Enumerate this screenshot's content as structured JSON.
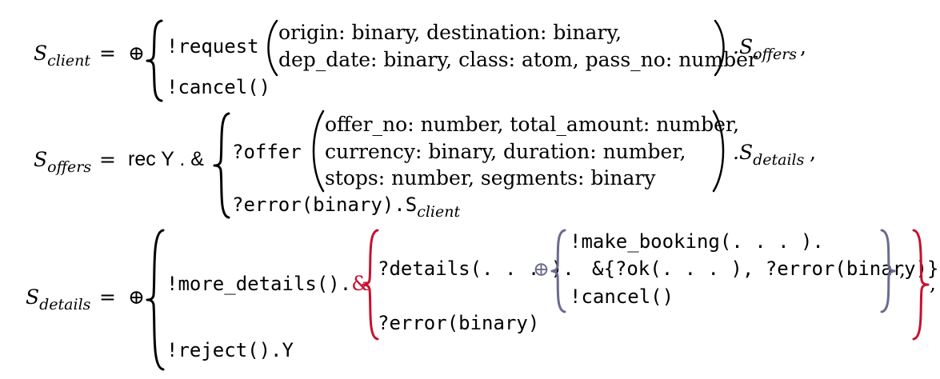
{
  "colors": {
    "text": "#000000",
    "outer_amp": "#c8102e",
    "inner_oplus": "#6b6b8f"
  },
  "equations": [
    {
      "lhs": {
        "name": "S",
        "subscript": "client"
      },
      "eq": "=",
      "op": "⊕",
      "branches": [
        {
          "label": "!request",
          "params_line1": "origin: binary, destination: binary,",
          "params_line2": "dep_date: binary, class: atom, pass_no: number",
          "continuation": ".S",
          "continuation_sub": "offers",
          "trailing": ","
        },
        {
          "label": "!cancel()"
        }
      ]
    },
    {
      "lhs": {
        "name": "S",
        "subscript": "offers"
      },
      "eq": "=",
      "rec": "rec Y . &",
      "branches": [
        {
          "label": "?offer",
          "params_line1": "offer_no: number, total_amount: number,",
          "params_line2": "currency: binary, duration: number,",
          "params_line3": "stops: number, segments: binary",
          "continuation": ".S",
          "continuation_sub": "details",
          "trailing": ","
        },
        {
          "label": "?error(binary).S",
          "label_sub": "client"
        }
      ]
    },
    {
      "lhs": {
        "name": "S",
        "subscript": "details"
      },
      "eq": "=",
      "op": "⊕",
      "branch1": "!more_details().",
      "branch1_amp": "&",
      "details": "?details(. . . ).",
      "details_oplus": "⊕",
      "make_booking": "!make_booking(. . . ).",
      "ok_error": "&{?ok(. . . ), ?error(binary)},",
      "cancel": "!cancel()",
      "inner_comma": ",",
      "error_binary": "?error(binary)",
      "outer_comma": ",",
      "branch2": "!reject().Y"
    }
  ]
}
